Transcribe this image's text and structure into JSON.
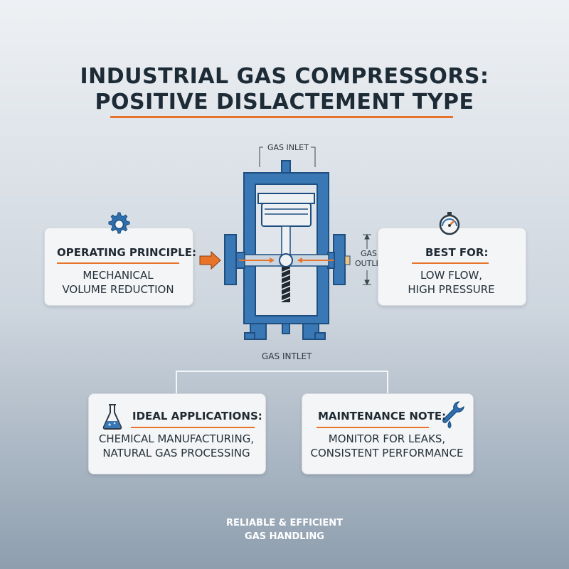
{
  "title": {
    "line1": "INDUSTRIAL GAS COMPRESSORS:",
    "line2": "POSITIVE DISLACTEMENT TYPE"
  },
  "diagram": {
    "top_label": "GAS INLET",
    "bottom_label": "GAS INTLET",
    "outlet_label_line1": "GAS",
    "outlet_label_line2": "OUTLET"
  },
  "cards": {
    "operating": {
      "heading": "OPERATING PRINCIPLE:",
      "line1": "MECHANICAL",
      "line2": "VOLUME REDUCTION",
      "icon": "gear-icon"
    },
    "best_for": {
      "heading": "BEST FOR:",
      "line1": "LOW FLOW,",
      "line2": "HIGH PRESSURE",
      "icon": "gauge-icon"
    },
    "applications": {
      "heading": "IDEAL APPLICATIONS:",
      "line1": "CHEMICAL MANUFACTURING,",
      "line2": "NATURAL GAS PROCESSING",
      "icon": "flask-icon"
    },
    "maintenance": {
      "heading": "MAINTENANCE NOTE:",
      "line1": "MONITOR FOR LEAKS,",
      "line2": "CONSISTENT PERFORMANCE",
      "icon": "wrench-drop-icon"
    }
  },
  "footer": {
    "line1": "RELIABLE & EFFICIENT",
    "line2": "GAS HANDLING"
  },
  "colors": {
    "accent": "#e8742a",
    "machine_blue": "#3a78b5",
    "title": "#1d2b36"
  }
}
